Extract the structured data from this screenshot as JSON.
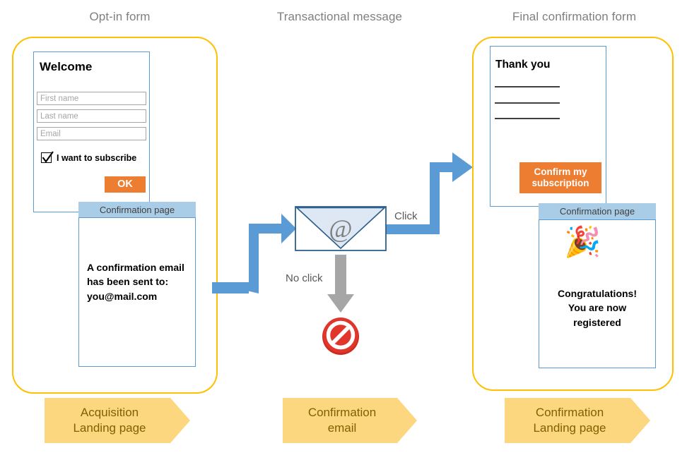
{
  "columns": {
    "optin": "Opt-in form",
    "transactional": "Transactional message",
    "final": "Final confirmation form"
  },
  "optin_form": {
    "heading": "Welcome",
    "fields": [
      {
        "placeholder": "First name"
      },
      {
        "placeholder": "Last name"
      },
      {
        "placeholder": "Email"
      }
    ],
    "checkbox_label": "I want to subscribe",
    "checkbox_checked": true,
    "submit_label": "OK"
  },
  "optin_confirmation": {
    "header": "Confirmation page",
    "body": "A confirmation email has been sent to: you@mail.com",
    "body_lines": [
      "A confirmation email",
      "has been sent to:",
      "you@mail.com"
    ]
  },
  "transactional": {
    "envelope_icon": "email-at-icon",
    "envelope_glyph": "@",
    "click_label": "Click",
    "no_click_label": "No click",
    "blocked_icon": "no-entry-icon"
  },
  "final_form": {
    "heading": "Thank you",
    "rule_count": 3,
    "confirm_button_lines": [
      "Confirm my",
      "subscription"
    ],
    "confirm_button_label": "Confirm my subscription"
  },
  "final_confirmation": {
    "header": "Confirmation page",
    "celebration_icon": "party-popper-icon",
    "celebration_glyph": "🎉",
    "body_lines": [
      "Congratulations!",
      "You are now",
      "registered"
    ],
    "body": "Congratulations! You are now registered"
  },
  "banners": [
    {
      "line1": "Acquisition",
      "line2": "Landing page"
    },
    {
      "line1": "Confirmation",
      "line2": "email"
    },
    {
      "line1": "Confirmation",
      "line2": "Landing page"
    }
  ],
  "colors": {
    "frame_yellow": "#ffc000",
    "card_blue": "#5b9bd5",
    "header_blue": "#a9cce7",
    "button_orange": "#ed7d31",
    "arrow_blue": "#5b9bd5",
    "arrow_gray": "#a6a6a6",
    "banner_fill": "#fcd77f",
    "banner_text": "#806000",
    "title_gray": "#7f7f7f",
    "blocked_red": "#d9251d"
  }
}
